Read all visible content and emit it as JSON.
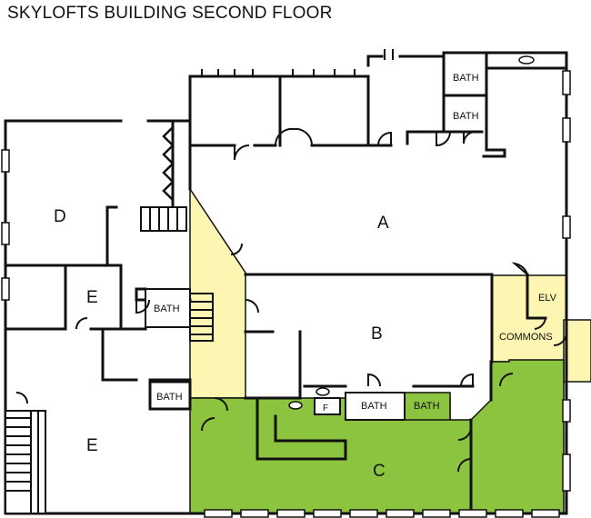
{
  "title": "SKYLOFTS BUILDING SECOND FLOOR",
  "colors": {
    "wall": "#111111",
    "commons_fill": "#fdf6b3",
    "tenant_c_fill": "#8cc43f",
    "background": "#ffffff"
  },
  "rooms": {
    "a": "A",
    "b": "B",
    "c": "C",
    "d": "D",
    "e_upper": "E",
    "e_lower": "E",
    "commons": "COMMONS",
    "elevator": "ELV",
    "bath_top_1": "BATH",
    "bath_top_2": "BATH",
    "bath_mid": "BATH",
    "bath_lower_left": "BATH",
    "bath_center": "BATH",
    "bath_green": "BATH",
    "f": "F"
  }
}
